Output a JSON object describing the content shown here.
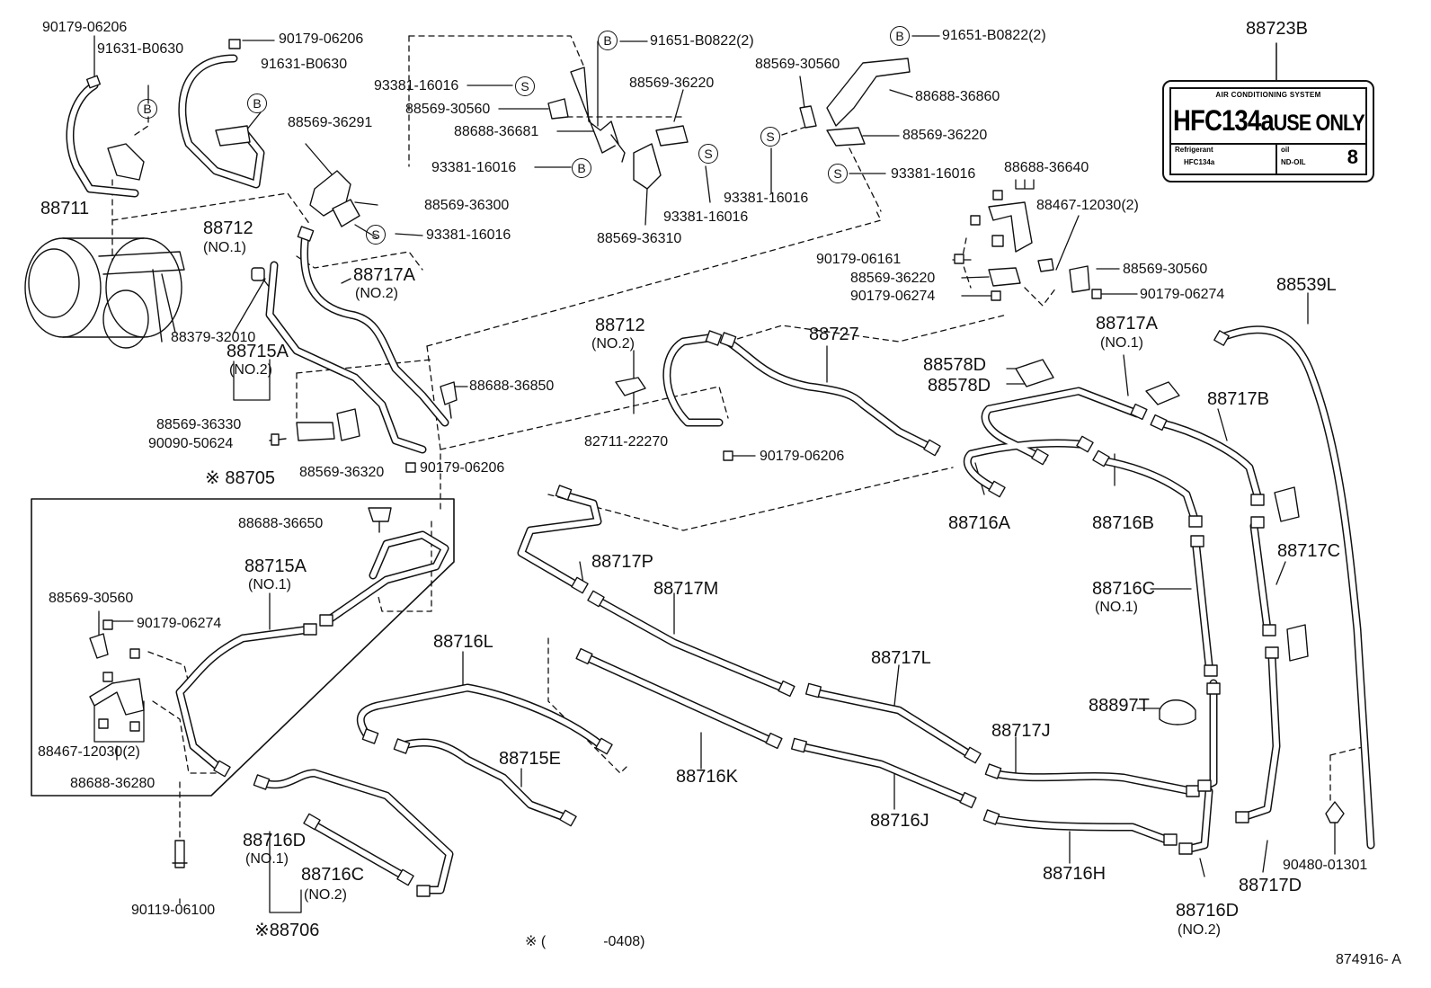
{
  "diagram_id": "874916- A",
  "footnote": {
    "mark": "※ (",
    "range": "-0408)"
  },
  "callout_letters": {
    "bolt": "B",
    "screw": "S"
  },
  "decal": {
    "part_no": "88723B",
    "header": "AIR CONDITIONING SYSTEM",
    "main_text": "HFC134a",
    "main_text_2": "USE ONLY",
    "refrigerant_label": "Refrigerant",
    "refrigerant_value": "HFC134a",
    "oil_label": "oil",
    "oil_value": "ND-OIL",
    "oil_number": "8"
  },
  "parts": [
    {
      "id": "p1",
      "text": "90179-06206"
    },
    {
      "id": "p2",
      "text": "91631-B0630"
    },
    {
      "id": "p3",
      "text": "90179-06206"
    },
    {
      "id": "p4",
      "text": "91631-B0630"
    },
    {
      "id": "p5",
      "text": "88711"
    },
    {
      "id": "p6",
      "text": "88712"
    },
    {
      "id": "p7",
      "text": "(NO.1)"
    },
    {
      "id": "p8",
      "text": "88569-36291"
    },
    {
      "id": "p9",
      "text": "88569-36300"
    },
    {
      "id": "p10",
      "text": "93381-16016"
    },
    {
      "id": "p11",
      "text": "88717A"
    },
    {
      "id": "p12",
      "text": "(NO.2)"
    },
    {
      "id": "p13",
      "text": "88379-32010"
    },
    {
      "id": "p14",
      "text": "88715A"
    },
    {
      "id": "p15",
      "text": "(NO.2)"
    },
    {
      "id": "p16",
      "text": "88569-36330"
    },
    {
      "id": "p17",
      "text": "90090-50624"
    },
    {
      "id": "p18",
      "text": "88569-36320"
    },
    {
      "id": "p19",
      "text": "88705"
    },
    {
      "id": "p20",
      "text": "88688-36850"
    },
    {
      "id": "p21",
      "text": "90179-06206"
    },
    {
      "id": "p22",
      "text": "93381-16016"
    },
    {
      "id": "p23",
      "text": "88569-30560"
    },
    {
      "id": "p24",
      "text": "88688-36681"
    },
    {
      "id": "p25",
      "text": "93381-16016"
    },
    {
      "id": "p26",
      "text": "91651-B0822(2)"
    },
    {
      "id": "p27",
      "text": "88569-36220"
    },
    {
      "id": "p28",
      "text": "93381-16016"
    },
    {
      "id": "p29",
      "text": "88569-36310"
    },
    {
      "id": "p30",
      "text": "91651-B0822(2)"
    },
    {
      "id": "p31",
      "text": "88569-30560"
    },
    {
      "id": "p32",
      "text": "88688-36860"
    },
    {
      "id": "p33",
      "text": "88569-36220"
    },
    {
      "id": "p34",
      "text": "93381-16016"
    },
    {
      "id": "p35",
      "text": "93381-16016"
    },
    {
      "id": "p36",
      "text": "88688-36640"
    },
    {
      "id": "p37",
      "text": "88467-12030(2)"
    },
    {
      "id": "p38",
      "text": "90179-06161"
    },
    {
      "id": "p39",
      "text": "88569-36220"
    },
    {
      "id": "p40",
      "text": "90179-06274"
    },
    {
      "id": "p41",
      "text": "88569-30560"
    },
    {
      "id": "p42",
      "text": "90179-06274"
    },
    {
      "id": "p43",
      "text": "88539L"
    },
    {
      "id": "p44",
      "text": "88712"
    },
    {
      "id": "p45",
      "text": "(NO.2)"
    },
    {
      "id": "p46",
      "text": "88727"
    },
    {
      "id": "p47",
      "text": "82711-22270"
    },
    {
      "id": "p48",
      "text": "90179-06206"
    },
    {
      "id": "p49",
      "text": "88578D"
    },
    {
      "id": "p50",
      "text": "88578D"
    },
    {
      "id": "p51",
      "text": "88717A"
    },
    {
      "id": "p52",
      "text": "(NO.1)"
    },
    {
      "id": "p53",
      "text": "88717B"
    },
    {
      "id": "p54",
      "text": "88716A"
    },
    {
      "id": "p55",
      "text": "88716B"
    },
    {
      "id": "p56",
      "text": "88717C"
    },
    {
      "id": "p57",
      "text": "88716C"
    },
    {
      "id": "p58",
      "text": "(NO.1)"
    },
    {
      "id": "p59",
      "text": "88688-36650"
    },
    {
      "id": "p60",
      "text": "88715A"
    },
    {
      "id": "p61",
      "text": "(NO.1)"
    },
    {
      "id": "p62",
      "text": "88569-30560"
    },
    {
      "id": "p63",
      "text": "90179-06274"
    },
    {
      "id": "p64",
      "text": "88467-12030(2)"
    },
    {
      "id": "p65",
      "text": "88688-36280"
    },
    {
      "id": "p66",
      "text": "88717P"
    },
    {
      "id": "p67",
      "text": "88717M"
    },
    {
      "id": "p68",
      "text": "88716L"
    },
    {
      "id": "p69",
      "text": "88715E"
    },
    {
      "id": "p70",
      "text": "88716K"
    },
    {
      "id": "p71",
      "text": "88717L"
    },
    {
      "id": "p72",
      "text": "88897T"
    },
    {
      "id": "p73",
      "text": "88717J"
    },
    {
      "id": "p74",
      "text": "88716J"
    },
    {
      "id": "p75",
      "text": "88716H"
    },
    {
      "id": "p76",
      "text": "88716D"
    },
    {
      "id": "p77",
      "text": "(NO.2)"
    },
    {
      "id": "p78",
      "text": "88717D"
    },
    {
      "id": "p79",
      "text": "90480-01301"
    },
    {
      "id": "p80",
      "text": "88716D"
    },
    {
      "id": "p81",
      "text": "(NO.1)"
    },
    {
      "id": "p82",
      "text": "88716C"
    },
    {
      "id": "p83",
      "text": "(NO.2)"
    },
    {
      "id": "p84",
      "text": "88706"
    },
    {
      "id": "p85",
      "text": "90119-06100"
    }
  ]
}
